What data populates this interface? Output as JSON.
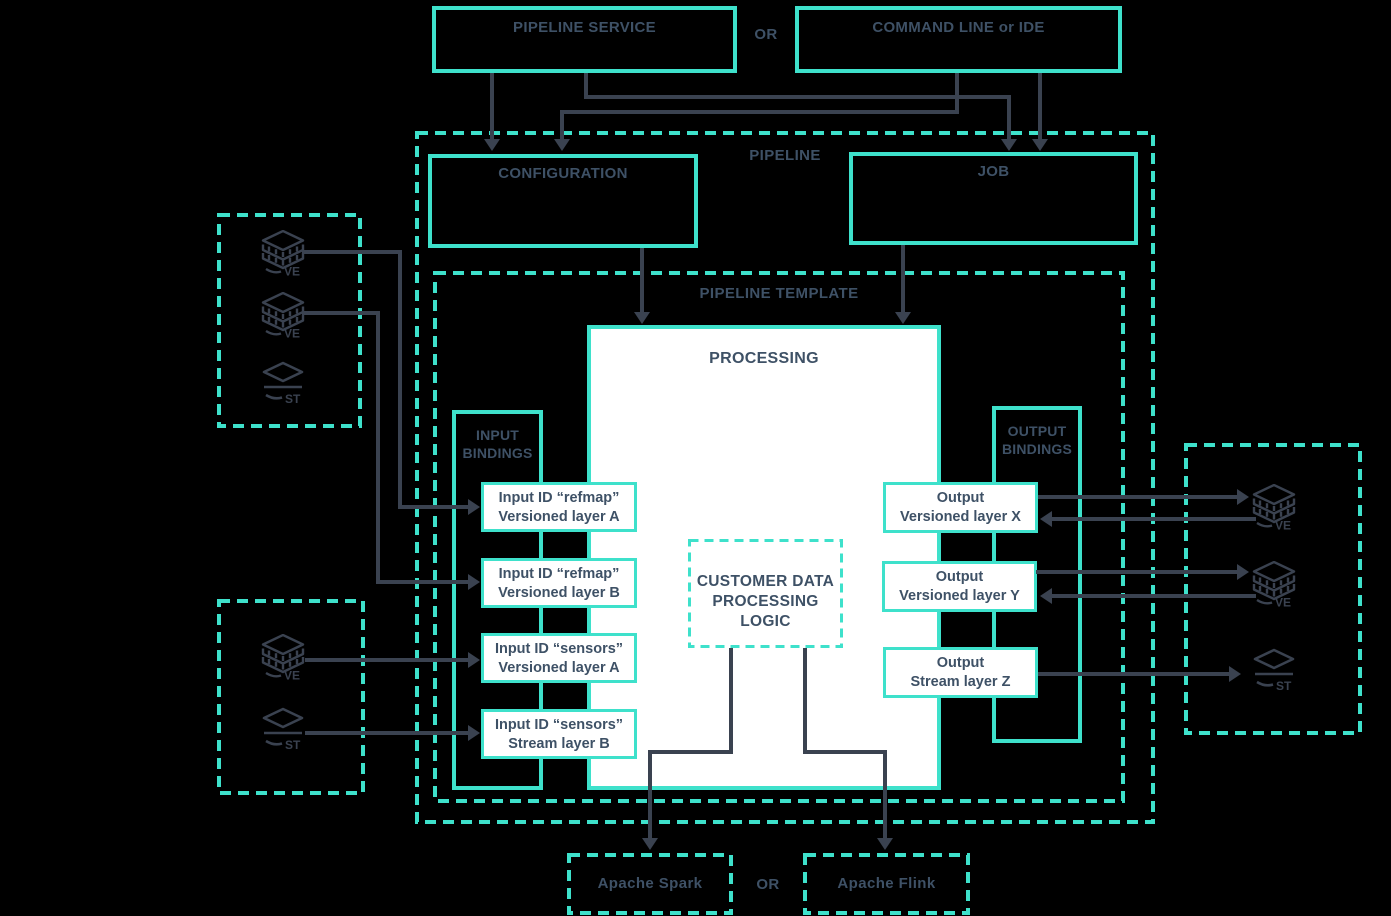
{
  "colors": {
    "teal": "#3EE1CB",
    "line_dark": "#3A4250",
    "text_slate": "#3E5166",
    "box_fill_white": "#FFFFFF",
    "background": "#000000"
  },
  "top": {
    "pipeline_service": "PIPELINE SERVICE",
    "or": "OR",
    "command_line": "COMMAND LINE or IDE"
  },
  "pipeline": {
    "label": "PIPELINE",
    "configuration": "CONFIGURATION",
    "job": "JOB",
    "template": {
      "label": "PIPELINE TEMPLATE",
      "processing": {
        "label": "PROCESSING",
        "customer_logic_line1": "CUSTOMER DATA",
        "customer_logic_line2": "PROCESSING LOGIC"
      },
      "input_bindings": {
        "label_line1": "INPUT",
        "label_line2": "BINDINGS",
        "items": [
          {
            "line1": "Input ID “refmap”",
            "line2": "Versioned layer A"
          },
          {
            "line1": "Input ID “refmap”",
            "line2": "Versioned layer B"
          },
          {
            "line1": "Input ID “sensors”",
            "line2": "Versioned layer A"
          },
          {
            "line1": "Input ID “sensors”",
            "line2": "Stream layer B"
          }
        ]
      },
      "output_bindings": {
        "label_line1": "OUTPUT",
        "label_line2": "BINDINGS",
        "items": [
          {
            "line1": "Output",
            "line2": "Versioned layer X"
          },
          {
            "line1": "Output",
            "line2": "Versioned layer Y"
          },
          {
            "line1": "Output",
            "line2": "Stream layer Z"
          }
        ]
      }
    }
  },
  "catalogs": {
    "source_group_a": [
      "VE",
      "VE",
      "ST"
    ],
    "source_group_b": [
      "VE",
      "ST"
    ],
    "destination_group": [
      "VE",
      "VE",
      "ST"
    ]
  },
  "bottom": {
    "spark": "Apache Spark",
    "or": "OR",
    "flink": "Apache Flink"
  }
}
